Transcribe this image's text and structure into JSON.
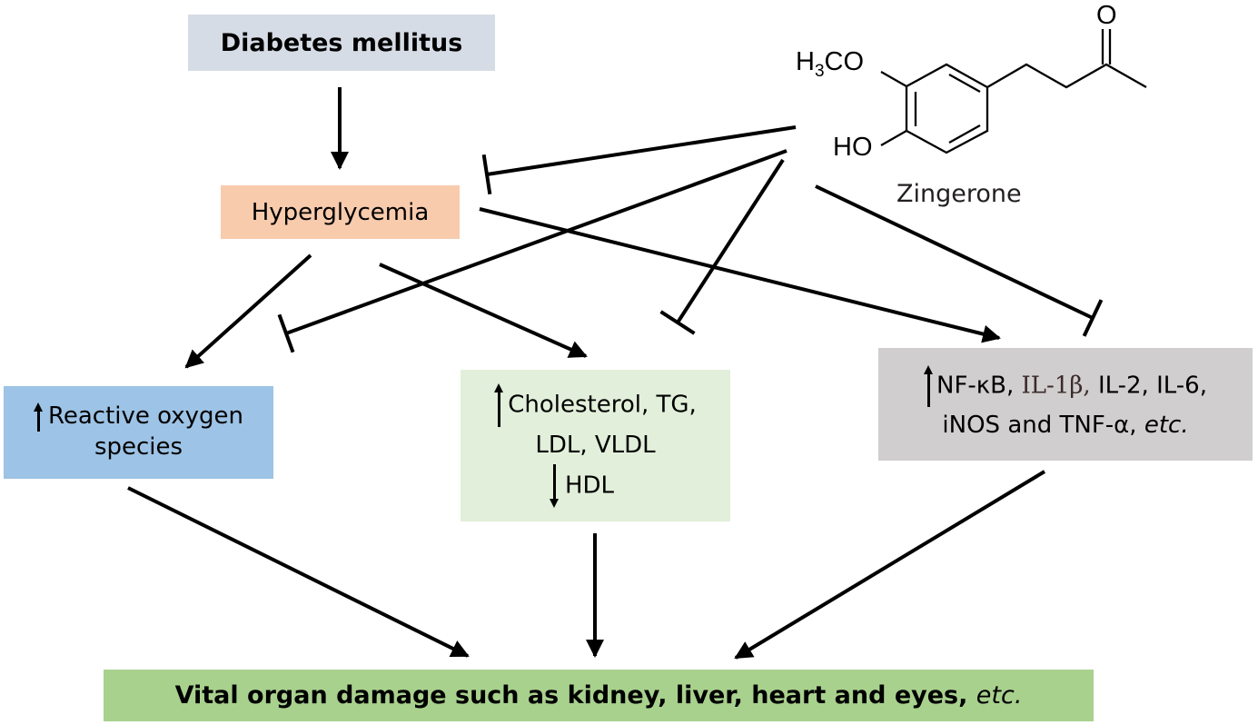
{
  "nodes": {
    "diabetes": {
      "label": "Diabetes mellitus",
      "color": "#d6dce5"
    },
    "hyperglycemia": {
      "label": "Hyperglycemia",
      "color": "#f8cbad"
    },
    "ros": {
      "direction": "increase",
      "line1": "Reactive oxygen",
      "line2": "species",
      "color": "#9dc3e6"
    },
    "lipids": {
      "increase_line1": "Cholesterol, TG,",
      "increase_line2": "LDL, VLDL",
      "decrease_label": "HDL",
      "color": "#e2efda"
    },
    "inflammation": {
      "direction": "increase",
      "items": [
        "NF-κB,",
        "IL-1β,",
        "IL-2,",
        "IL-6,"
      ],
      "line2_plain": "iNOS and TNF-α,",
      "line2_italic": "etc.",
      "color": "#d0cece"
    },
    "organ_damage": {
      "label": "Vital organ damage such as kidney, liver, heart and eyes,",
      "italic_suffix": "etc.",
      "color": "#a9d18e"
    }
  },
  "compound": {
    "name": "Zingerone",
    "substituent_methoxy_h": "H",
    "substituent_methoxy_sub": "3",
    "substituent_methoxy_rest": "CO",
    "substituent_hydroxy": "HO",
    "carbonyl_oxygen": "O"
  },
  "edges": [
    {
      "from": "diabetes",
      "to": "hyperglycemia",
      "type": "activation"
    },
    {
      "from": "hyperglycemia",
      "to": "ros",
      "type": "activation"
    },
    {
      "from": "hyperglycemia",
      "to": "lipids",
      "type": "activation"
    },
    {
      "from": "hyperglycemia",
      "to": "inflammation",
      "type": "activation"
    },
    {
      "from": "zingerone",
      "to": "hyperglycemia",
      "type": "inhibition"
    },
    {
      "from": "zingerone",
      "to": "ros",
      "type": "inhibition"
    },
    {
      "from": "zingerone",
      "to": "lipids",
      "type": "inhibition"
    },
    {
      "from": "zingerone",
      "to": "inflammation",
      "type": "inhibition"
    },
    {
      "from": "ros",
      "to": "organ_damage",
      "type": "activation"
    },
    {
      "from": "lipids",
      "to": "organ_damage",
      "type": "activation"
    },
    {
      "from": "inflammation",
      "to": "organ_damage",
      "type": "activation"
    }
  ]
}
